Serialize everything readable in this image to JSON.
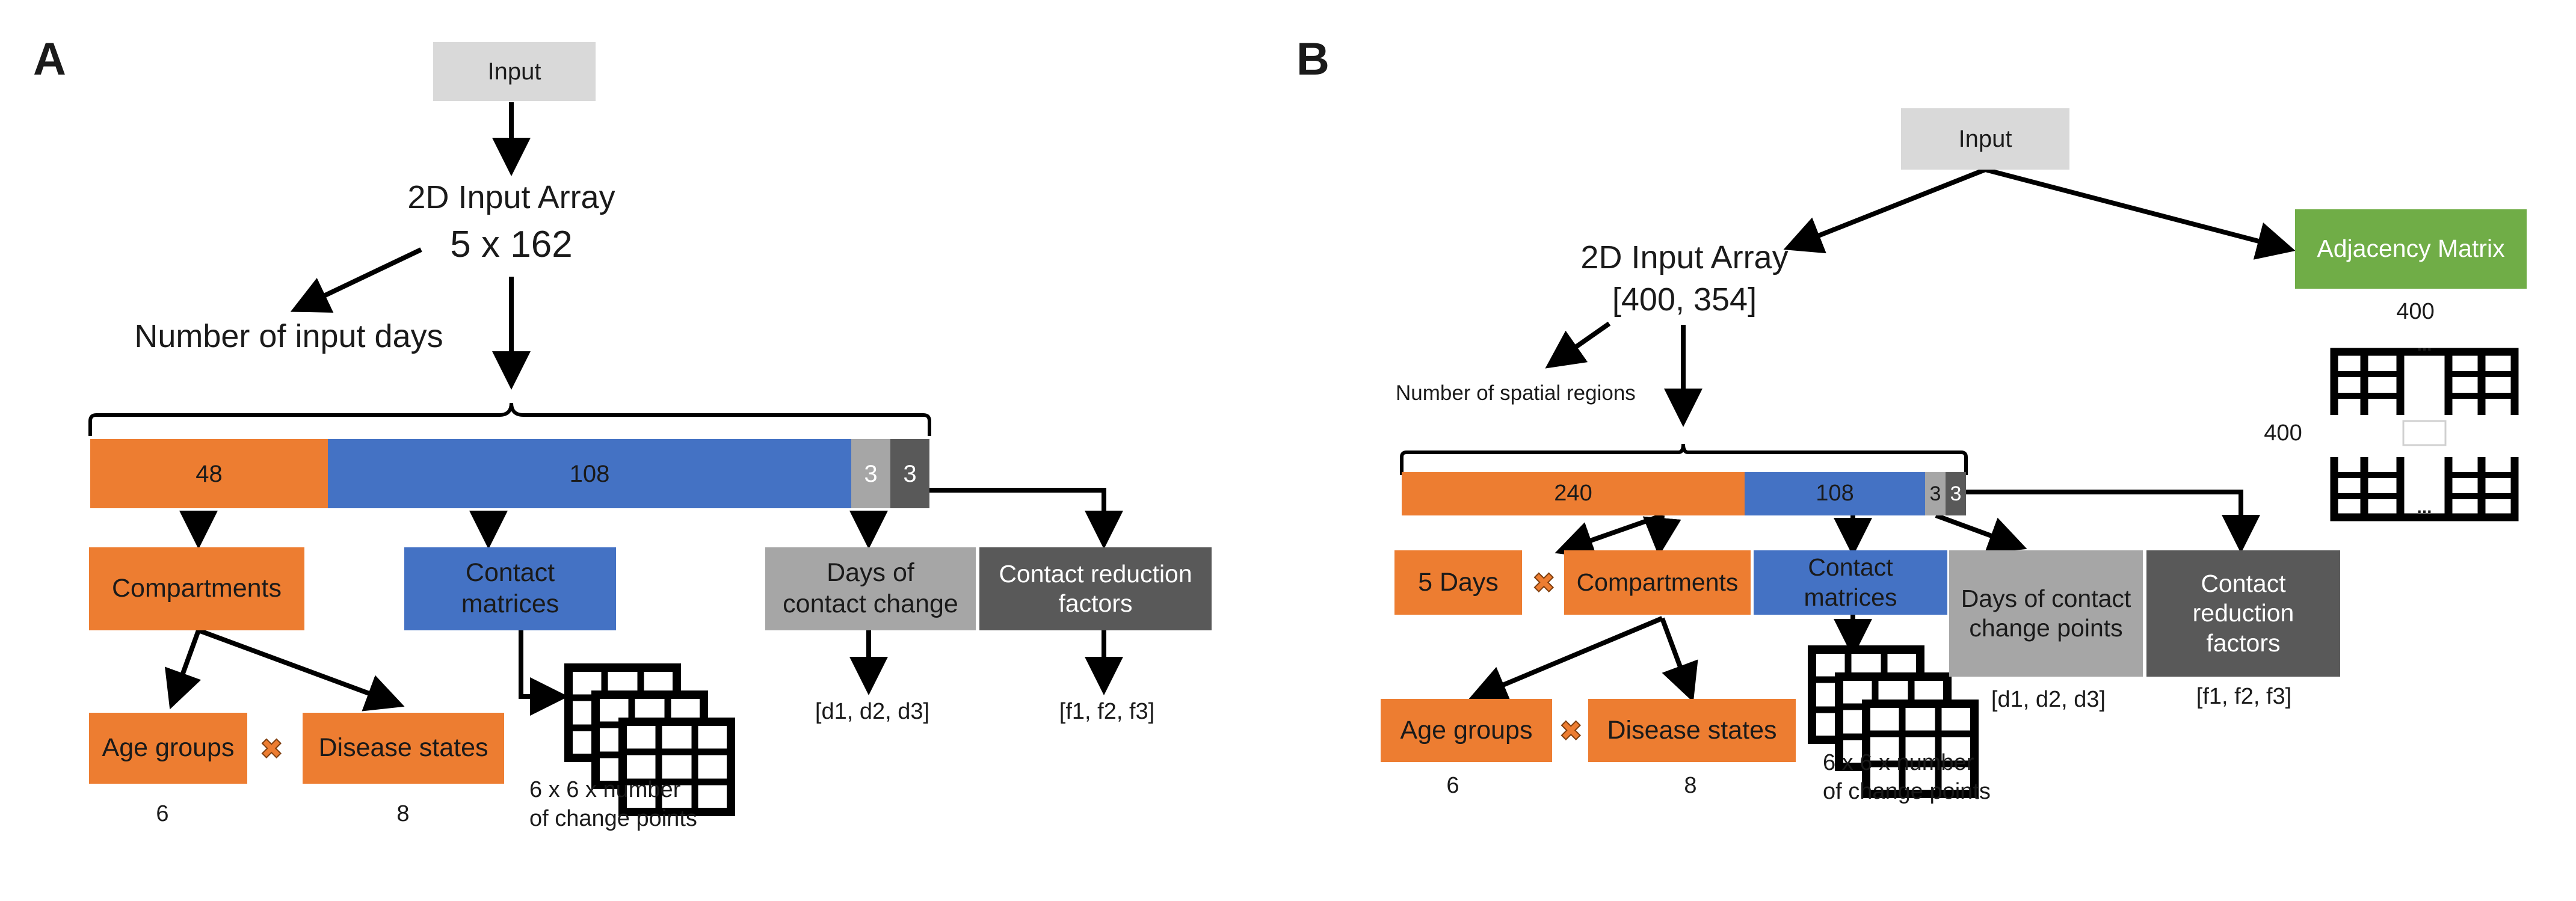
{
  "panel_a": {
    "label": "A",
    "input": "Input",
    "array_title": "2D Input Array",
    "array_dims": "5 x 162",
    "input_days": "Number of input days",
    "seg_compartments": "48",
    "seg_contacts": "108",
    "seg_days": "3",
    "seg_factors": "3",
    "compartments": "Compartments",
    "contact_matrices": "Contact\nmatrices",
    "days_change": "Days of\ncontact change",
    "reduction_factors": "Contact reduction\nfactors",
    "age_groups": "Age groups",
    "disease_states": "Disease states",
    "age_count": "6",
    "disease_count": "8",
    "matrices_note": "6 x 6 x number\nof change points",
    "days_values": "[d1, d2, d3]",
    "factor_values": "[f1, f2, f3]"
  },
  "panel_b": {
    "label": "B",
    "input": "Input",
    "array_title": "2D Input Array",
    "array_dims": "[400, 354]",
    "spatial_regions": "Number of spatial regions",
    "adjacency": "Adjacency Matrix",
    "adj_cols": "400",
    "adj_rows": "400",
    "adj_dots": "...",
    "seg_spatial": "240",
    "seg_contacts": "108",
    "seg_days": "3",
    "seg_factors": "3",
    "days5": "5 Days",
    "compartments": "Compartments",
    "contact_matrices": "Contact\nmatrices",
    "days_change": "Days of contact\nchange points",
    "reduction_factors": "Contact\nreduction\nfactors",
    "age_groups": "Age groups",
    "disease_states": "Disease states",
    "age_count": "6",
    "disease_count": "8",
    "matrices_note": "6 x 6 x number\nof change points",
    "days_values": "[d1, d2, d3]",
    "factor_values": "[f1, f2, f3]"
  },
  "multiply_symbol": "✖",
  "colors": {
    "input_gray": "#d9d9d9",
    "orange": "#ed7d31",
    "blue": "#4472c4",
    "light_gray": "#a6a6a6",
    "dark_gray": "#595959",
    "green": "#70ad47"
  }
}
